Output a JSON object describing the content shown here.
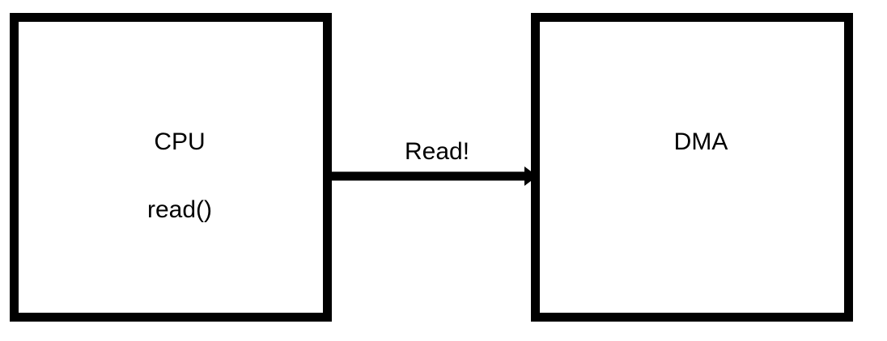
{
  "diagram": {
    "cpu": {
      "title": "CPU",
      "call": "read()"
    },
    "dma": {
      "title": "DMA"
    },
    "edge": {
      "label": "Read!"
    }
  },
  "colors": {
    "stroke": "#000000",
    "background": "#ffffff"
  }
}
